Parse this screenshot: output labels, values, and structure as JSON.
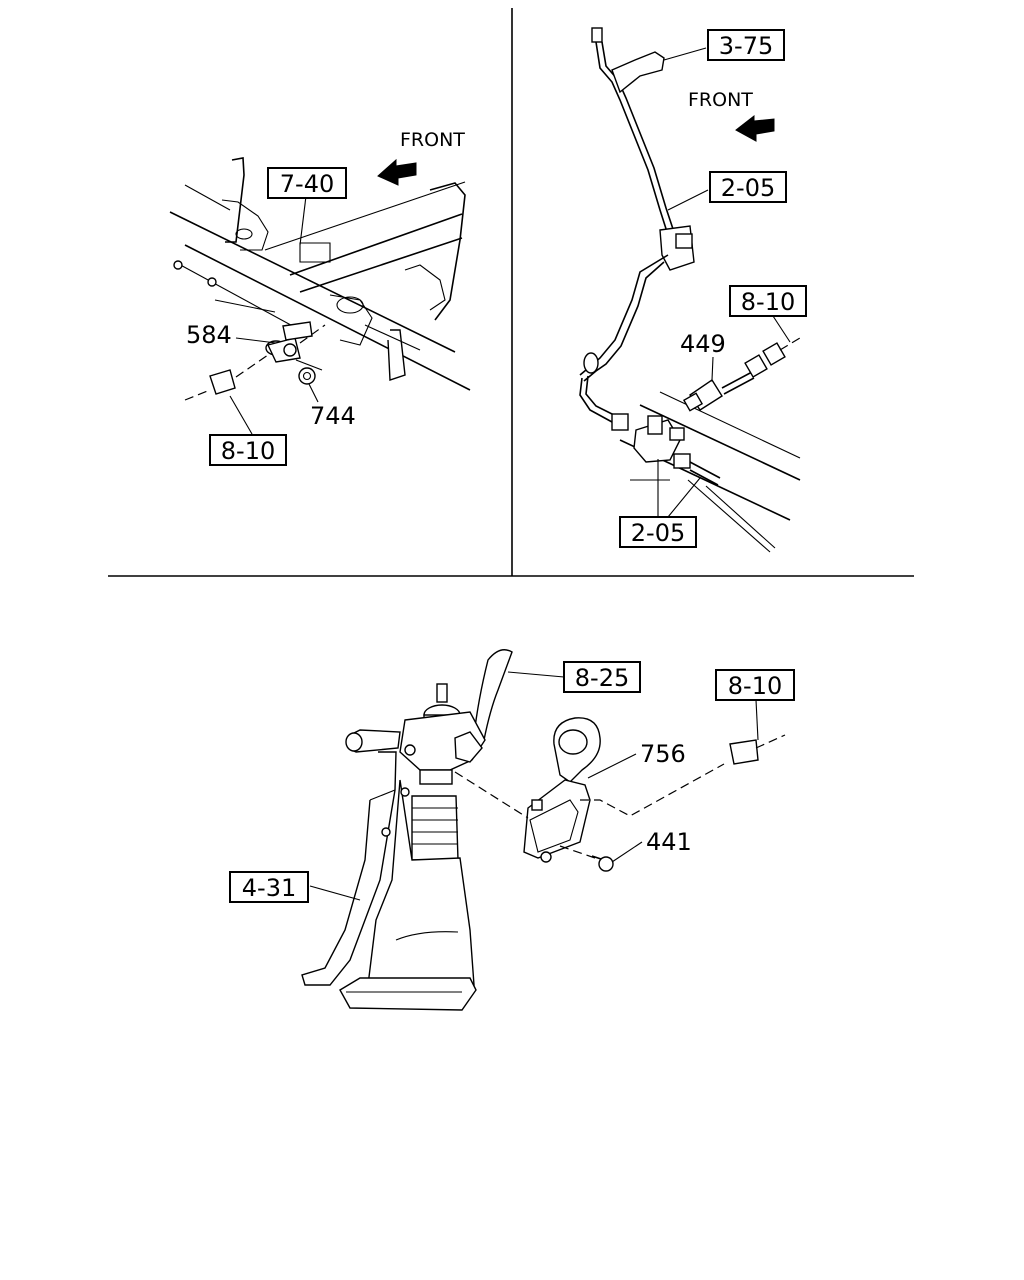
{
  "panels": {
    "top_left": {
      "front_label": "FRONT",
      "callouts": {
        "ref_7_40": "7-40",
        "part_584": "584",
        "part_744": "744",
        "ref_8_10": "8-10"
      }
    },
    "top_right": {
      "front_label": "FRONT",
      "callouts": {
        "ref_3_75": "3-75",
        "ref_2_05_upper": "2-05",
        "ref_8_10": "8-10",
        "part_449": "449",
        "ref_2_05_lower": "2-05"
      }
    },
    "bottom": {
      "callouts": {
        "ref_8_25": "8-25",
        "ref_8_10": "8-10",
        "part_756": "756",
        "part_441": "441",
        "ref_4_31": "4-31"
      }
    }
  }
}
